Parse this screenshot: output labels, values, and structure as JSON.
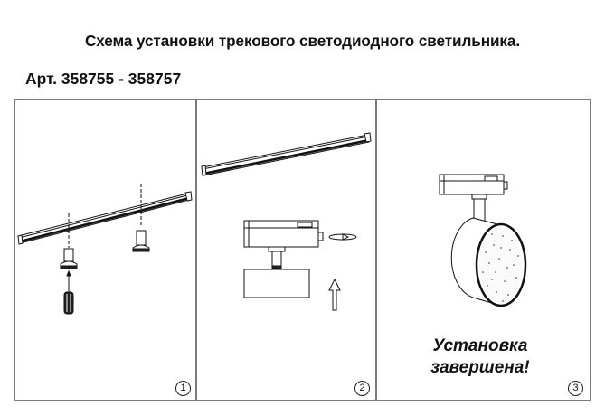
{
  "document": {
    "title": "Схема установки трекового светодиодного светильника.",
    "article": "Арт. 358755 - 358757"
  },
  "steps": [
    {
      "number": "1",
      "illustration": "track-rail-mounting-with-screws-and-screwdriver"
    },
    {
      "number": "2",
      "illustration": "track-adapter-insert-and-rotate"
    },
    {
      "number": "3",
      "illustration": "installed-round-track-spotlight",
      "caption_line1": "Установка",
      "caption_line2": "завершена!"
    }
  ],
  "colors": {
    "frame": "#7a7a7a",
    "ink": "#111111",
    "background": "#ffffff"
  }
}
